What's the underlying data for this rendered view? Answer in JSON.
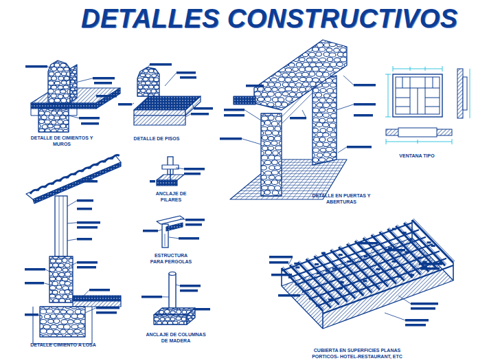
{
  "diagram": {
    "title": "DETALLES CONSTRUCTIVOS",
    "labels": [
      "DETALLE DE CIMIENTOS Y MUROS",
      "DETALLE DE PISOS",
      "DETALLE EN PUERTAS Y ABERTURAS",
      "VENTANA TIPO",
      "ANCLAJE DE PILARES",
      "ESTRUCTURA PARA PERGOLAS",
      "DETALLE CIMIENTO A LOSA",
      "ANCLAJE DE COLUMNAS DE MADERA",
      "CUBIERTA EN SUPERFICIES PLANAS",
      "PORTICOS- HOTEL-RESTAURANT, ETC"
    ]
  }
}
